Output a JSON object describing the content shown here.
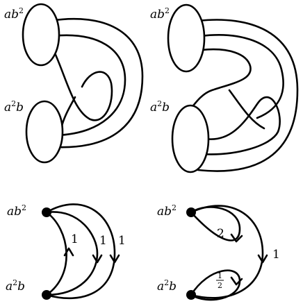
{
  "labels": {
    "tl_top": "ab",
    "tl_top_exp": "2",
    "tl_bot_base": "a",
    "tl_bot_exp": "2",
    "tl_bot_tail": "b",
    "tr_top": "ab",
    "tr_top_exp": "2",
    "tr_bot_base": "a",
    "tr_bot_exp": "2",
    "tr_bot_tail": "b",
    "bl_top": "ab",
    "bl_top_exp": "2",
    "bl_bot_base": "a",
    "bl_bot_exp": "2",
    "bl_bot_tail": "b",
    "br_top": "ab",
    "br_top_exp": "2",
    "br_bot_base": "a",
    "br_bot_exp": "2",
    "br_bot_tail": "b"
  },
  "edge_labels": {
    "bl_e1": "1",
    "bl_e2": "1",
    "bl_e3": "1",
    "br_loop_top": "2",
    "br_loop_bot_num": "1",
    "br_loop_bot_den": "2",
    "br_edge": "1"
  }
}
